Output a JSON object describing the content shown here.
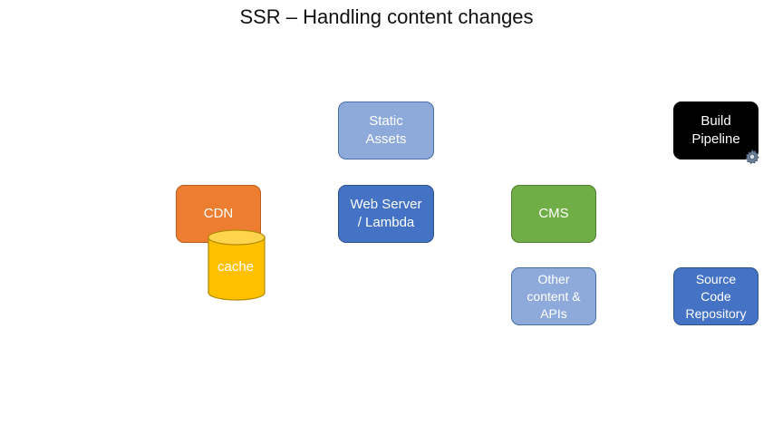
{
  "title": "SSR – Handling content changes",
  "nodes": {
    "static_assets": [
      "Static",
      "Assets"
    ],
    "build_pipeline": [
      "Build",
      "Pipeline"
    ],
    "cdn": [
      "CDN"
    ],
    "web_server": [
      "Web Server",
      "/ Lambda"
    ],
    "cms": [
      "CMS"
    ],
    "cache": "cache",
    "other_content": [
      "Other",
      "content &",
      "APIs"
    ],
    "source_code": [
      "Source",
      "Code",
      "Repository"
    ]
  },
  "colors": {
    "light_blue": "#8eaadb",
    "blue": "#4472c4",
    "orange": "#ed7d31",
    "green": "#70ad47",
    "yellow": "#ffc000",
    "black": "#000000"
  },
  "icons": {
    "build_pipeline_badge": "gear-icon"
  }
}
